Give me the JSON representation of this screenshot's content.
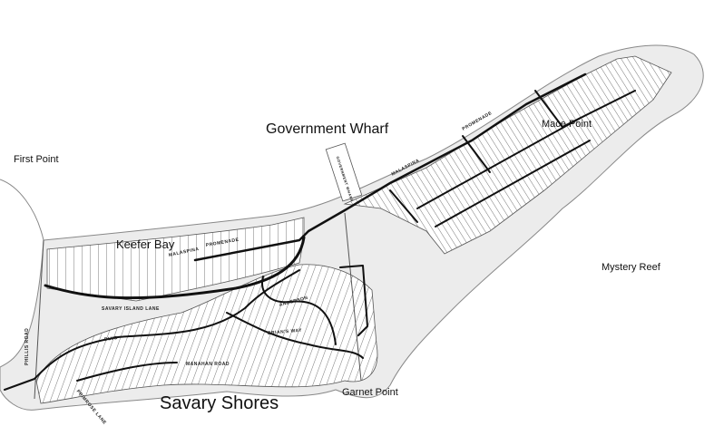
{
  "map": {
    "colors": {
      "land": "#ececec",
      "lots": "#ffffff",
      "road": "#111111",
      "lot_line": "#555555",
      "coast": "#888888"
    },
    "places": {
      "mace_point": "Mace Point",
      "government_wharf": "Government Wharf",
      "first_point": "First Point",
      "keefer_bay": "Keefer Bay",
      "mystery_reef": "Mystery Reef",
      "savary_shores": "Savary Shores",
      "garnet_point": "Garnet Point"
    },
    "streets": {
      "malaspina_1": "MALASPINA",
      "promenade_1": "PROMENADE",
      "malaspina_2": "MALASPINA",
      "promenade_2": "PROMENADE",
      "savary_island_lane": "SAVARY ISLAND LANE",
      "phillis_road": "PHILLIS ROAD",
      "brians_way": "BRIAN'S WAY",
      "manahan_road": "MANAHAN ROAD",
      "primrose_lane": "PRIMROSE LANE",
      "anderson": "ANDERSON",
      "blvd": "BLVD",
      "wharf": "GOVERNMENT WHARF"
    }
  }
}
